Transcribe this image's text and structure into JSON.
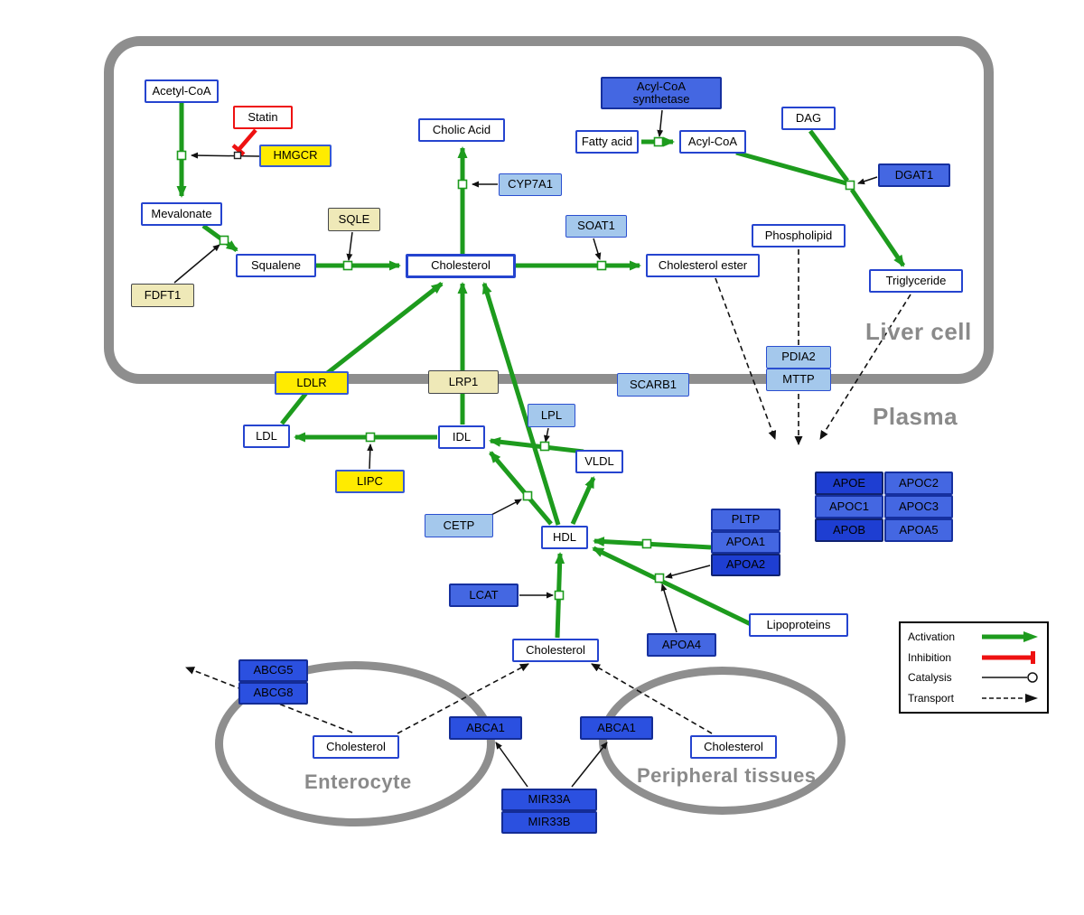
{
  "regions": {
    "liver_cell": "Liver cell",
    "plasma": "Plasma",
    "enterocyte": "Enterocyte",
    "peripheral_tissues": "Peripheral tissues"
  },
  "nodes": {
    "acetyl_coa": "Acetyl-CoA",
    "statin": "Statin",
    "hmgcr": "HMGCR",
    "mevalonate": "Mevalonate",
    "fdft1": "FDFT1",
    "squalene": "Squalene",
    "sqle": "SQLE",
    "cholesterol_liver": "Cholesterol",
    "cholic_acid": "Cholic Acid",
    "cyp7a1": "CYP7A1",
    "soat1": "SOAT1",
    "cholesterol_ester": "Cholesterol ester",
    "acyl_coa_synthetase": "Acyl-CoA\nsynthetase",
    "fatty_acid": "Fatty acid",
    "acyl_coa": "Acyl-CoA",
    "dag": "DAG",
    "dgat1": "DGAT1",
    "phospholipid": "Phospholipid",
    "triglyceride": "Triglyceride",
    "ldlr": "LDLR",
    "lrp1": "LRP1",
    "scarb1": "SCARB1",
    "pdia2": "PDIA2",
    "mttp": "MTTP",
    "ldl": "LDL",
    "idl": "IDL",
    "lipc": "LIPC",
    "lpl": "LPL",
    "vldl": "VLDL",
    "cetp": "CETP",
    "hdl": "HDL",
    "lcat": "LCAT",
    "pltp": "PLTP",
    "apoa1": "APOA1",
    "apoa2": "APOA2",
    "apoa4": "APOA4",
    "lipoproteins": "Lipoproteins",
    "apoe": "APOE",
    "apoc2": "APOC2",
    "apoc1": "APOC1",
    "apoc3": "APOC3",
    "apob": "APOB",
    "apoa5": "APOA5",
    "cholesterol_plasma": "Cholesterol",
    "abcg5": "ABCG5",
    "abcg8": "ABCG8",
    "cholesterol_enterocyte": "Cholesterol",
    "abca1_enterocyte": "ABCA1",
    "abca1_peripheral": "ABCA1",
    "cholesterol_peripheral": "Cholesterol",
    "mir33a": "MIR33A",
    "mir33b": "MIR33B"
  },
  "legend": {
    "activation": "Activation",
    "inhibition": "Inhibition",
    "catalysis": "Catalysis",
    "transport": "Transport"
  },
  "colors": {
    "activation_green": "#1d9b1d",
    "inhibition_red": "#ee1111",
    "transport_black": "#111111",
    "membrane_gray": "#8e8e8e",
    "metabolite_border_blue": "#2544cf",
    "gene_blue": "#4467e2",
    "gene_blue_bright": "#2b50e0",
    "gene_blue_dark": "#1e3ed2",
    "gene_lightblue": "#a4c8ec",
    "gene_yellow": "#ffeb00",
    "gene_paleyellow": "#efe9b8"
  },
  "edges": [
    {
      "from": "acetyl_coa",
      "to": "mevalonate",
      "type": "activation",
      "catalyst": "hmgcr"
    },
    {
      "from": "statin",
      "to": "hmgcr",
      "type": "inhibition"
    },
    {
      "from": "mevalonate",
      "to": "squalene",
      "type": "activation",
      "catalyst": "fdft1"
    },
    {
      "from": "squalene",
      "to": "cholesterol_liver",
      "type": "activation",
      "catalyst": "sqle"
    },
    {
      "from": "cholesterol_liver",
      "to": "cholic_acid",
      "type": "activation",
      "catalyst": "cyp7a1"
    },
    {
      "from": "cholesterol_liver",
      "to": "cholesterol_ester",
      "type": "activation",
      "catalyst": "soat1"
    },
    {
      "from": "fatty_acid",
      "to": "acyl_coa",
      "type": "activation",
      "catalyst": "acyl_coa_synthetase"
    },
    {
      "from": "acyl_coa",
      "to": "triglyceride",
      "type": "activation",
      "catalyst": "dgat1"
    },
    {
      "from": "dag",
      "to": "triglyceride",
      "type": "activation",
      "catalyst": "dgat1"
    },
    {
      "from": "ldl",
      "to": "cholesterol_liver",
      "type": "activation",
      "via": "ldlr"
    },
    {
      "from": "idl",
      "to": "cholesterol_liver",
      "type": "activation",
      "via": "lrp1"
    },
    {
      "from": "hdl",
      "to": "cholesterol_liver",
      "type": "activation"
    },
    {
      "from": "vldl",
      "to": "idl",
      "type": "activation",
      "catalyst": "lpl"
    },
    {
      "from": "idl",
      "to": "ldl",
      "type": "activation",
      "catalyst": "lipc"
    },
    {
      "from": "hdl",
      "to": "idl",
      "type": "activation",
      "catalyst": "cetp"
    },
    {
      "from": "hdl",
      "to": "vldl",
      "type": "activation"
    },
    {
      "from": "apoa1",
      "to": "hdl",
      "type": "activation",
      "catalyst": "pltp"
    },
    {
      "from": "lipoproteins",
      "to": "hdl",
      "type": "activation",
      "catalyst": "apoa4"
    },
    {
      "from": "cholesterol_plasma",
      "to": "hdl",
      "type": "activation",
      "catalyst": "lcat"
    },
    {
      "from": "cholesterol_ester",
      "to": "plasma",
      "type": "transport"
    },
    {
      "from": "phospholipid",
      "to": "plasma",
      "type": "transport",
      "via": "pdia2_mttp"
    },
    {
      "from": "triglyceride",
      "to": "plasma",
      "type": "transport"
    },
    {
      "from": "cholesterol_enterocyte",
      "to": "outside_enterocyte",
      "type": "transport",
      "via": "abcg5_abcg8"
    },
    {
      "from": "cholesterol_enterocyte",
      "to": "cholesterol_plasma",
      "type": "transport",
      "via": "abca1_enterocyte"
    },
    {
      "from": "cholesterol_peripheral",
      "to": "cholesterol_plasma",
      "type": "transport",
      "via": "abca1_peripheral"
    },
    {
      "from": "mir33a",
      "to": "abca1_enterocyte",
      "type": "catalysis"
    },
    {
      "from": "mir33b",
      "to": "abca1_peripheral",
      "type": "catalysis"
    }
  ]
}
